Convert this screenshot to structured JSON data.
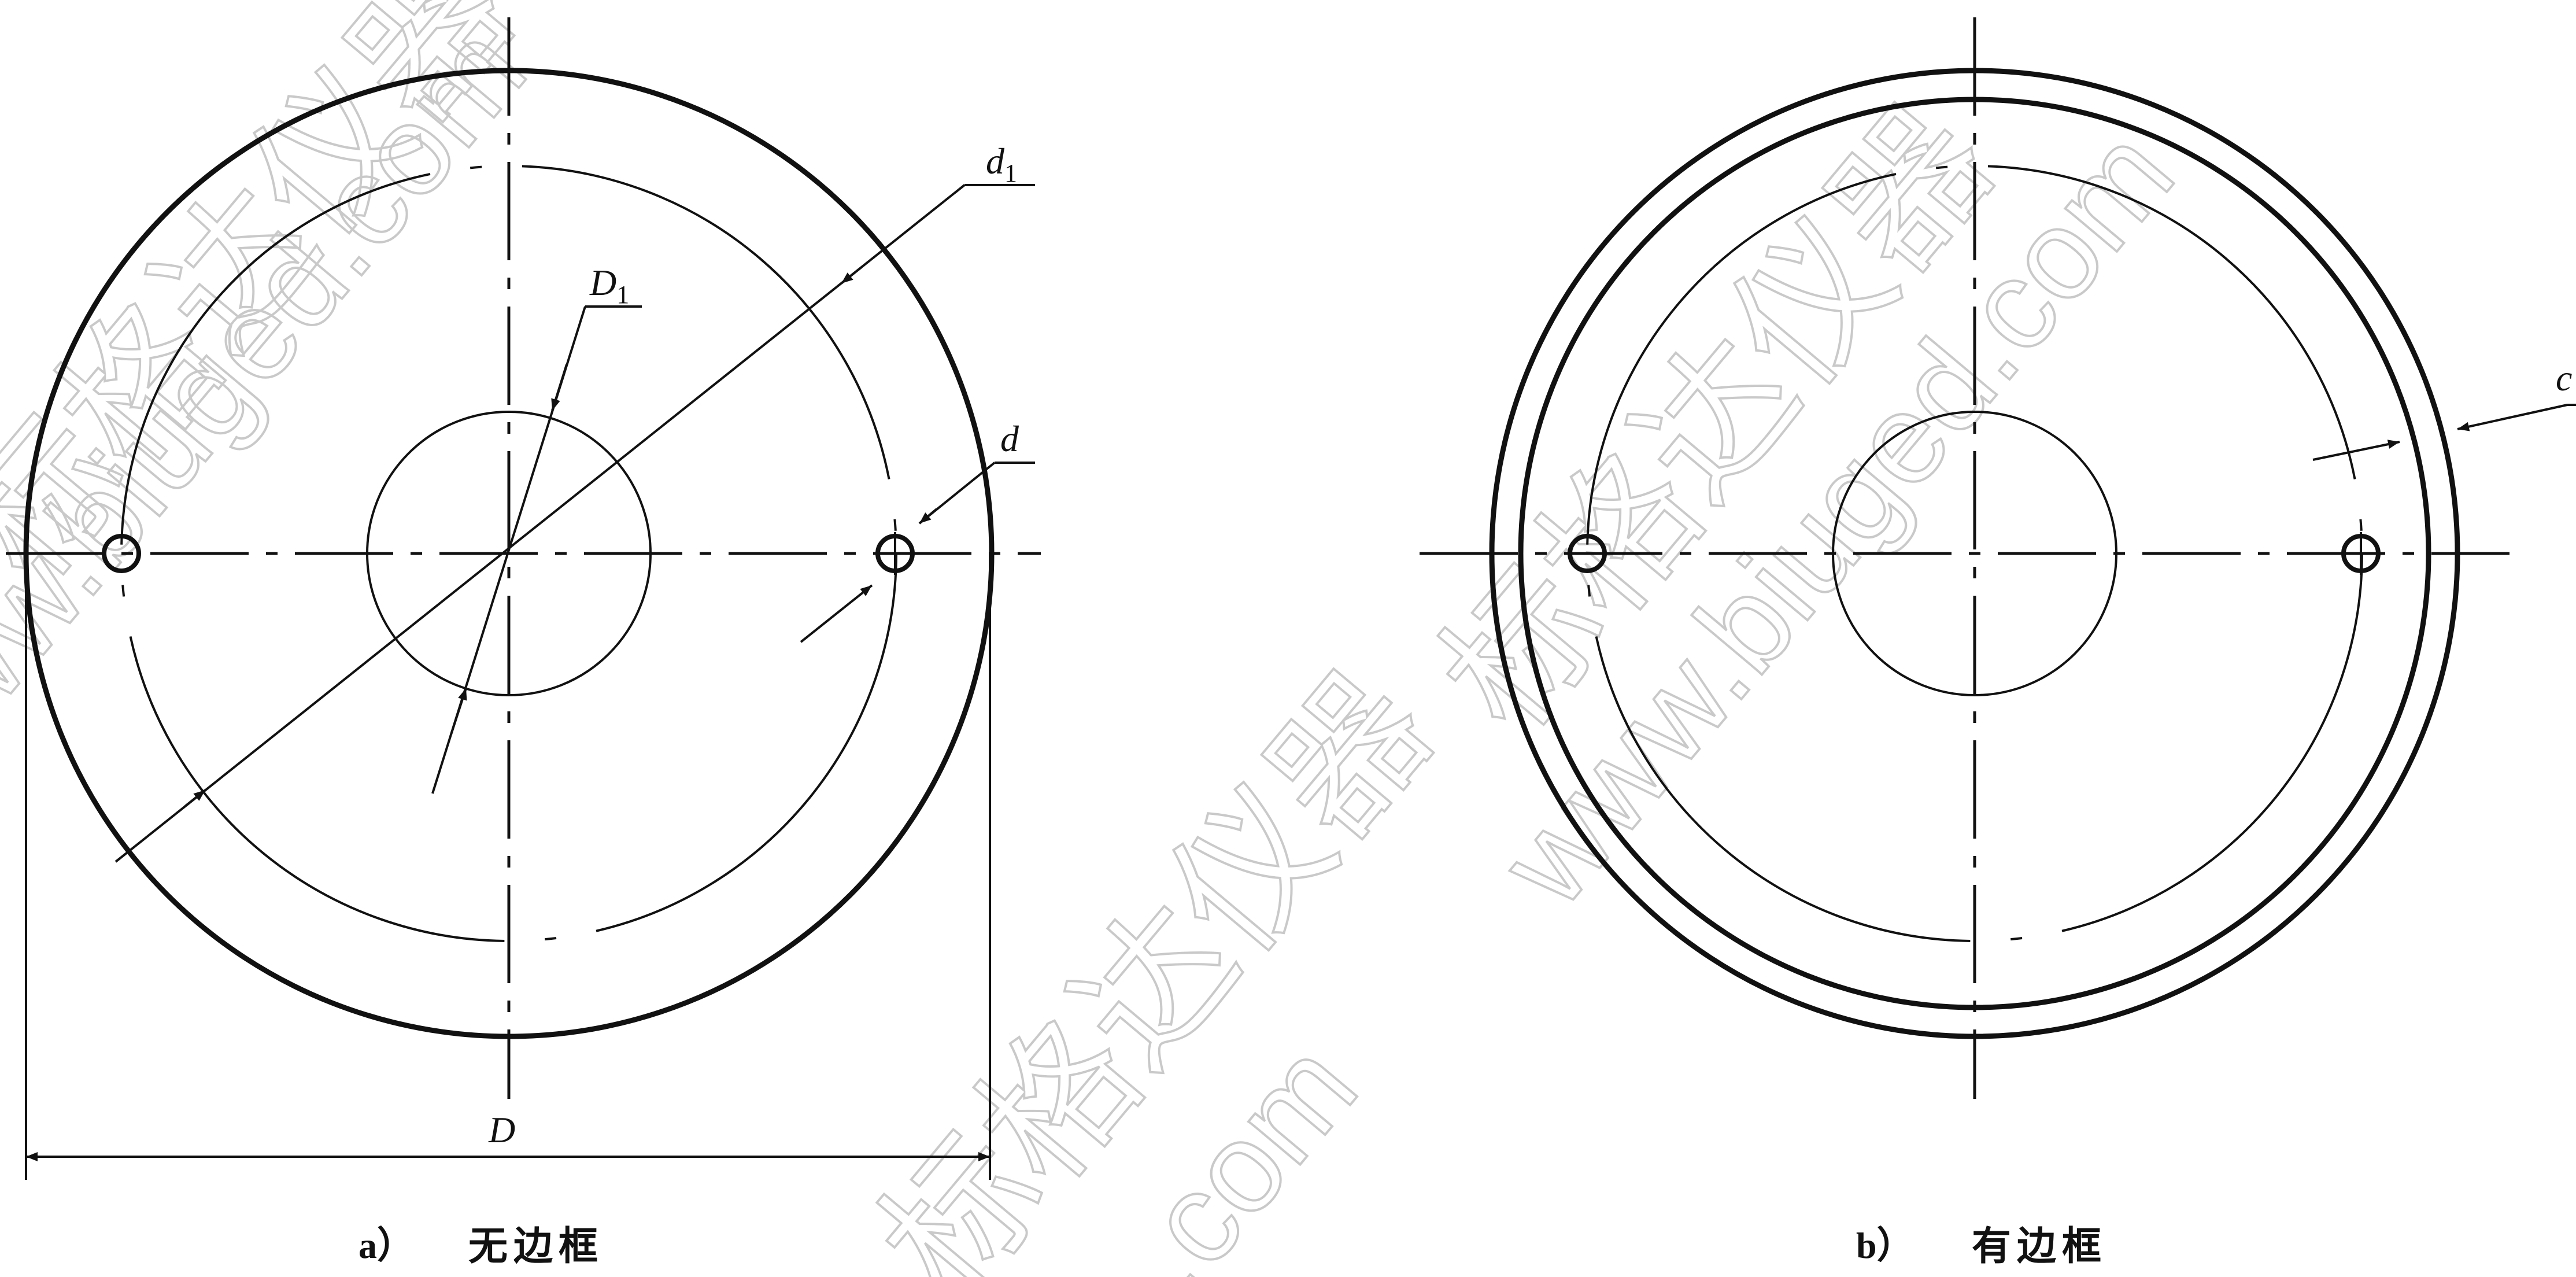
{
  "figures": [
    {
      "caption_letter": "a）",
      "caption_text": "无边框",
      "labels": {
        "D": "D",
        "D1_main": "D",
        "D1_sub": "1",
        "d1_main": "d",
        "d1_sub": "1",
        "d": "d"
      }
    },
    {
      "caption_letter": "b）",
      "caption_text": "有边框",
      "labels": {
        "c": "c"
      }
    }
  ],
  "watermark": {
    "brand": "标格达仪器",
    "site": "www.biuged.com",
    "site_short": ".com"
  },
  "colors": {
    "line": "#111111",
    "watermark": "#c9c9c9"
  }
}
